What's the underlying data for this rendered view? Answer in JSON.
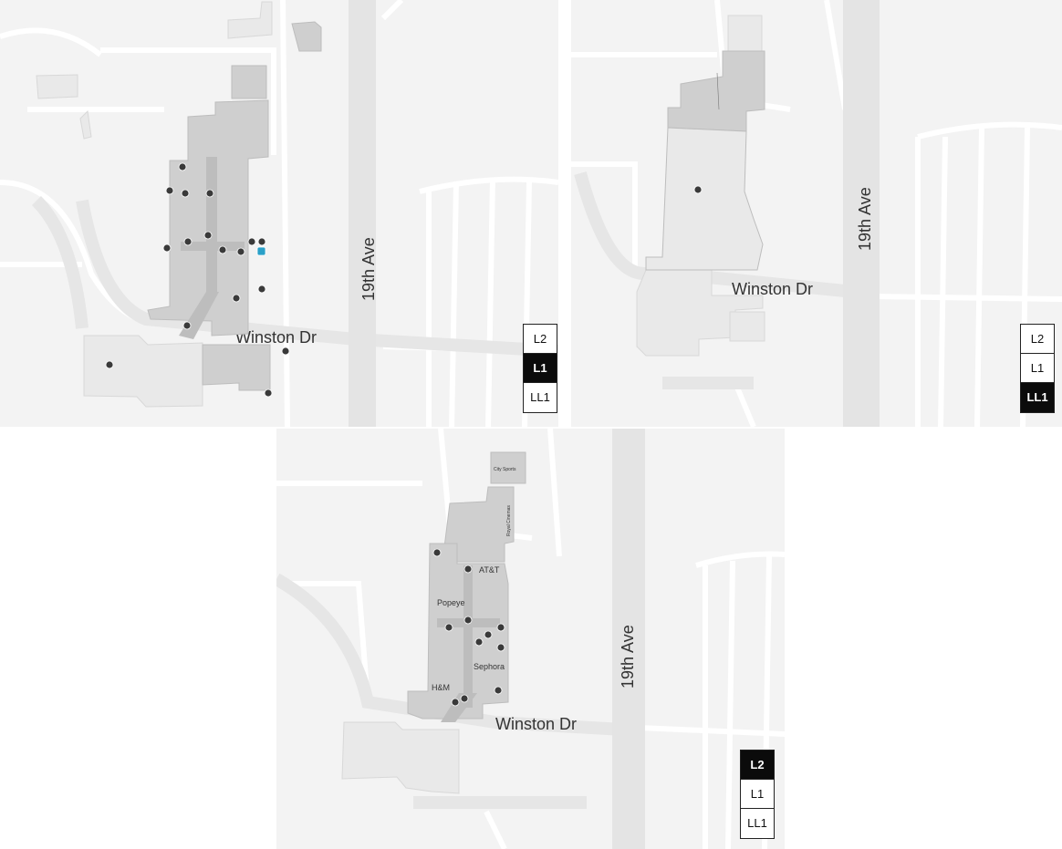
{
  "maps": {
    "l1": {
      "roads": {
        "north_south": "19th Ave",
        "east_west": "Winston Dr"
      },
      "levels": [
        {
          "label": "L2",
          "active": false
        },
        {
          "label": "L1",
          "active": true
        },
        {
          "label": "LL1",
          "active": false
        }
      ]
    },
    "ll1": {
      "roads": {
        "north_south": "19th Ave",
        "east_west": "Winston Dr"
      },
      "levels": [
        {
          "label": "L2",
          "active": false
        },
        {
          "label": "L1",
          "active": false
        },
        {
          "label": "LL1",
          "active": true
        }
      ]
    },
    "l2": {
      "roads": {
        "north_south": "19th Ave",
        "east_west": "Winston Dr"
      },
      "stores": {
        "city_sports": "City Sports",
        "royal_cinemas": "Royal Cinemas",
        "att": "AT&T",
        "popeye": "Popeye",
        "sephora": "Sephora",
        "hm": "H&M"
      },
      "levels": [
        {
          "label": "L2",
          "active": true
        },
        {
          "label": "L1",
          "active": false
        },
        {
          "label": "LL1",
          "active": false
        }
      ]
    }
  },
  "colors": {
    "background": "#f3f3f3",
    "road": "#e4e4e4",
    "building_dark": "#cfcfcf",
    "building_light": "#e9e9e9",
    "active_level": "#0b0b0b"
  }
}
